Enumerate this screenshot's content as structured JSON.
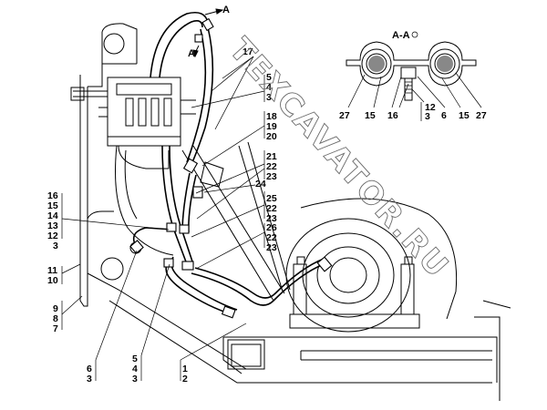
{
  "section_marks": {
    "arrow_top": "A",
    "arrow_bottom": "A",
    "section_title": "A-A"
  },
  "watermark": "TEXCAVATOR.RU",
  "callouts": {
    "c17": "17",
    "right_stack_a": [
      "5",
      "4",
      "3"
    ],
    "right_stack_b": [
      "18",
      "19",
      "20"
    ],
    "right_stack_c": [
      "21",
      "22",
      "23"
    ],
    "c24": "24",
    "right_stack_d": [
      "25",
      "22",
      "23"
    ],
    "right_stack_e": [
      "26",
      "22",
      "23"
    ],
    "left_stack_a": [
      "16",
      "15",
      "14",
      "13",
      "12",
      "3"
    ],
    "left_stack_b": [
      "11",
      "10"
    ],
    "left_stack_c": [
      "9",
      "8",
      "7"
    ],
    "bottom_a": [
      "6",
      "3"
    ],
    "bottom_b": [
      "5",
      "4",
      "3"
    ],
    "bottom_c": [
      "1",
      "2"
    ],
    "detail_left": [
      "27",
      "15",
      "16"
    ],
    "detail_right": [
      "12",
      "3",
      "6",
      "15",
      "27"
    ]
  }
}
